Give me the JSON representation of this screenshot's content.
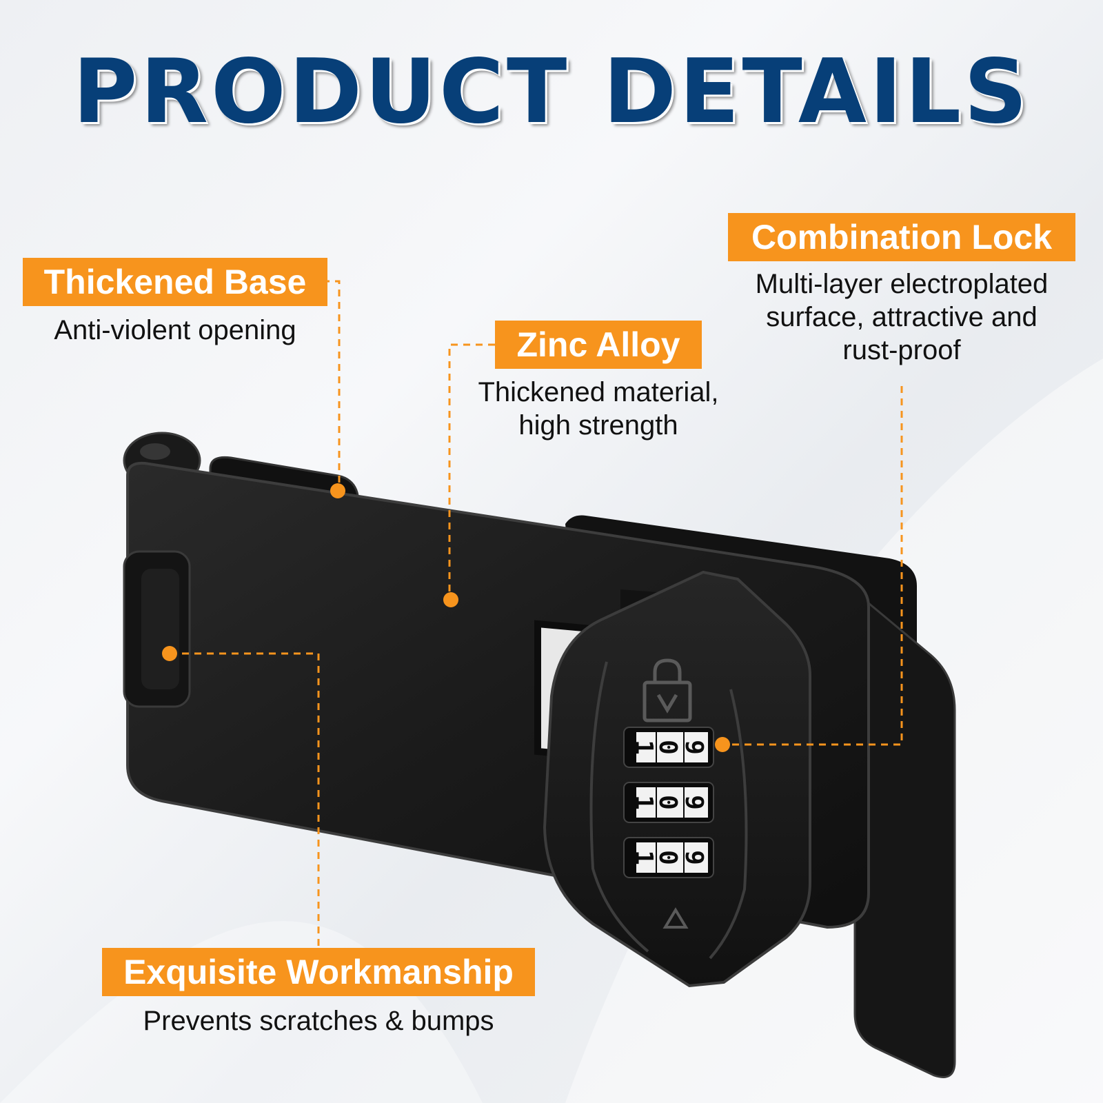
{
  "title": "PRODUCT DETAILS",
  "colors": {
    "title": "#073f78",
    "accent": "#f7941d",
    "text": "#111111",
    "product": "#151515"
  },
  "callouts": {
    "thickened_base": {
      "label": "Thickened Base",
      "description": "Anti-violent opening"
    },
    "zinc_alloy": {
      "label": "Zinc Alloy",
      "description_line1": "Thickened material,",
      "description_line2": "high strength"
    },
    "combination_lock": {
      "label": "Combination Lock",
      "description_line1": "Multi-layer electroplated",
      "description_line2": "surface, attractive and",
      "description_line3": "rust-proof"
    },
    "exquisite_workmanship": {
      "label": "Exquisite Workmanship",
      "description": "Prevents scratches & bumps"
    }
  },
  "dials": [
    [
      "1",
      "0",
      "9"
    ],
    [
      "1",
      "0",
      "9"
    ],
    [
      "1",
      "0",
      "9"
    ]
  ]
}
